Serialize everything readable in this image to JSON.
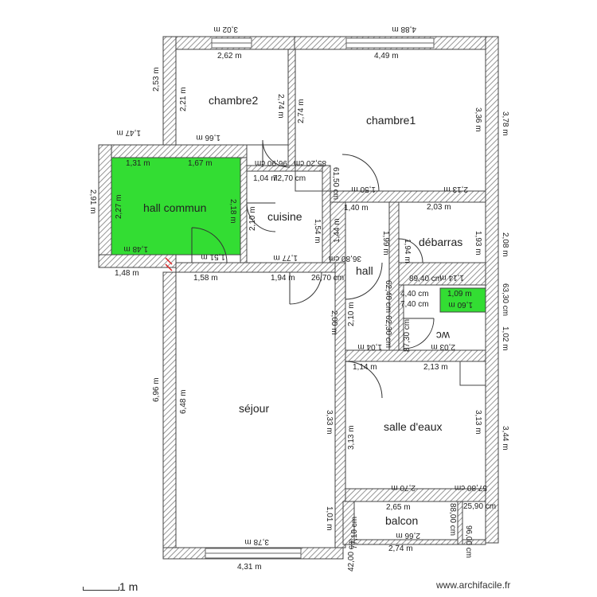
{
  "rooms": {
    "chambre2": "chambre2",
    "chambre1": "chambre1",
    "hall_commun": "hall commun",
    "cuisine": "cuisine",
    "debarras": "débarras",
    "hall": "hall",
    "wc": "wc",
    "sejour": "séjour",
    "salle_deaux": "salle d'eaux",
    "balcon": "balcon"
  },
  "dimensions": [
    {
      "id": "d01",
      "text": "3,02 m"
    },
    {
      "id": "d02",
      "text": "4,88 m"
    },
    {
      "id": "d03",
      "text": "2,62 m"
    },
    {
      "id": "d04",
      "text": "4,49 m"
    },
    {
      "id": "d05",
      "text": "2,53 m"
    },
    {
      "id": "d06",
      "text": "2,21 m"
    },
    {
      "id": "d07",
      "text": "2,74 m"
    },
    {
      "id": "d08",
      "text": "2,74 m"
    },
    {
      "id": "d09",
      "text": "3,36 m"
    },
    {
      "id": "d10",
      "text": "3,78 m"
    },
    {
      "id": "d11",
      "text": "1,47 m"
    },
    {
      "id": "d12",
      "text": "1,66 m"
    },
    {
      "id": "d13",
      "text": "1,31 m"
    },
    {
      "id": "d14",
      "text": "1,67 m"
    },
    {
      "id": "d15",
      "text": "2,91 m"
    },
    {
      "id": "d16",
      "text": "2,27 m"
    },
    {
      "id": "d17",
      "text": "2,18 m"
    },
    {
      "id": "d18",
      "text": "1,48 m"
    },
    {
      "id": "d19",
      "text": "1,51 m"
    },
    {
      "id": "d20",
      "text": "1,48 m"
    },
    {
      "id": "d21",
      "text": "1,58 m"
    },
    {
      "id": "d22",
      "text": "96,90 cm"
    },
    {
      "id": "d23",
      "text": "85,20 cm"
    },
    {
      "id": "d24",
      "text": "1,04 m"
    },
    {
      "id": "d25",
      "text": "72,70 cm"
    },
    {
      "id": "d26",
      "text": "61,50 cm"
    },
    {
      "id": "d27",
      "text": "1,50 m"
    },
    {
      "id": "d28",
      "text": "2,13 m"
    },
    {
      "id": "d29",
      "text": "2,10 m"
    },
    {
      "id": "d30",
      "text": "1,54 m"
    },
    {
      "id": "d31",
      "text": "1,40 m"
    },
    {
      "id": "d32",
      "text": "2,03 m"
    },
    {
      "id": "d33",
      "text": "1,44 m"
    },
    {
      "id": "d34",
      "text": "1,99 m"
    },
    {
      "id": "d35",
      "text": "1,94 m"
    },
    {
      "id": "d36",
      "text": "1,93 m"
    },
    {
      "id": "d37",
      "text": "2,08 m"
    },
    {
      "id": "d38",
      "text": "1,77 m"
    },
    {
      "id": "d39",
      "text": "36,80 cm"
    },
    {
      "id": "d40",
      "text": "1,94 m"
    },
    {
      "id": "d41",
      "text": "26,70 cm"
    },
    {
      "id": "d42",
      "text": "89,40 cm"
    },
    {
      "id": "d43",
      "text": "1,09 m"
    },
    {
      "id": "d44",
      "text": "1,14 m"
    },
    {
      "id": "d45",
      "text": "1,60 m"
    },
    {
      "id": "d46",
      "text": "2,00 m"
    },
    {
      "id": "d47",
      "text": "2,10 m"
    },
    {
      "id": "d48",
      "text": "62,40 cm"
    },
    {
      "id": "d49",
      "text": "62,30 cm"
    },
    {
      "id": "d50",
      "text": "87,30 cm"
    },
    {
      "id": "d51",
      "text": "2,03 m"
    },
    {
      "id": "d52",
      "text": "1,04 m"
    },
    {
      "id": "d53",
      "text": "63,30 cm"
    },
    {
      "id": "d54",
      "text": "1,02 m"
    },
    {
      "id": "d55",
      "text": "1,14 m"
    },
    {
      "id": "d56",
      "text": "2,13 m"
    },
    {
      "id": "d57",
      "text": "6,96 m"
    },
    {
      "id": "d58",
      "text": "6,48 m"
    },
    {
      "id": "d59",
      "text": "3,33 m"
    },
    {
      "id": "d60",
      "text": "3,13 m"
    },
    {
      "id": "d61",
      "text": "3,13 m"
    },
    {
      "id": "d62",
      "text": "3,44 m"
    },
    {
      "id": "d63",
      "text": "2,70 m"
    },
    {
      "id": "d64",
      "text": "57,80 cm"
    },
    {
      "id": "d65",
      "text": "2,65 m"
    },
    {
      "id": "d66",
      "text": "25,90 cm"
    },
    {
      "id": "d67",
      "text": "88,00 cm"
    },
    {
      "id": "d68",
      "text": "96,00 cm"
    },
    {
      "id": "d69",
      "text": "2,66 m"
    },
    {
      "id": "d70",
      "text": "2,74 m"
    },
    {
      "id": "d71",
      "text": "3,78 m"
    },
    {
      "id": "d72",
      "text": "4,31 m"
    },
    {
      "id": "d73",
      "text": "1,01 m"
    },
    {
      "id": "d74",
      "text": "77,10 cm"
    },
    {
      "id": "d75",
      "text": "42,00 cm"
    },
    {
      "id": "d76",
      "text": "4,40 cm"
    },
    {
      "id": "d77",
      "text": "7,40 cm"
    }
  ],
  "footer": {
    "scale": "1 m",
    "site": "www.archifacile.fr"
  },
  "colors": {
    "wall_stroke": "#444444",
    "hatch": "#888888",
    "room_highlight": "#33dd33",
    "window": "#666666"
  }
}
